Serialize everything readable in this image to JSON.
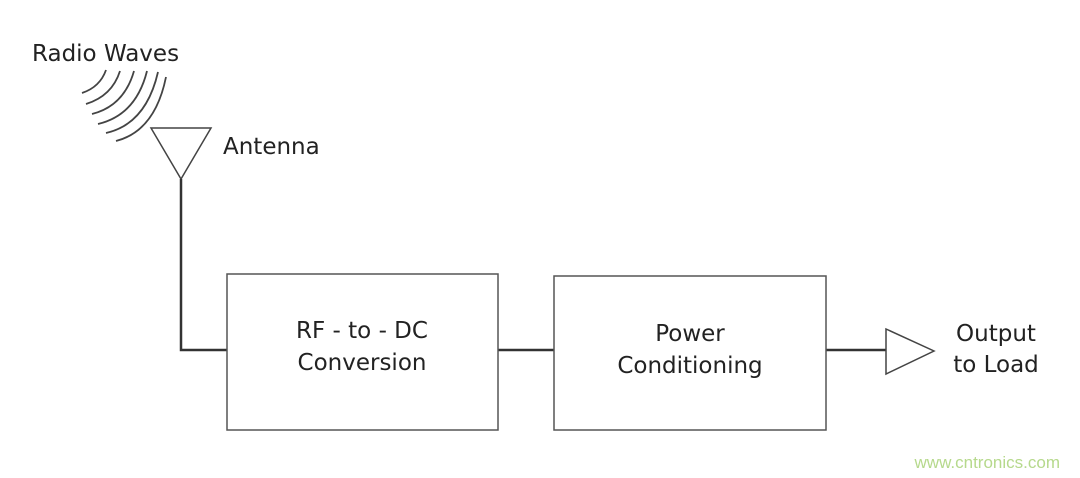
{
  "labels": {
    "radio_waves": "Radio Waves",
    "antenna": "Antenna",
    "rf_dc_line1": "RF - to - DC",
    "rf_dc_line2": "Conversion",
    "power_line1": "Power",
    "power_line2": "Conditioning",
    "output_line1": "Output",
    "output_line2": "to Load"
  },
  "watermark": "www.cntronics.com",
  "colors": {
    "line": "#333333",
    "text": "#222222",
    "watermark": "#b6d98c"
  }
}
